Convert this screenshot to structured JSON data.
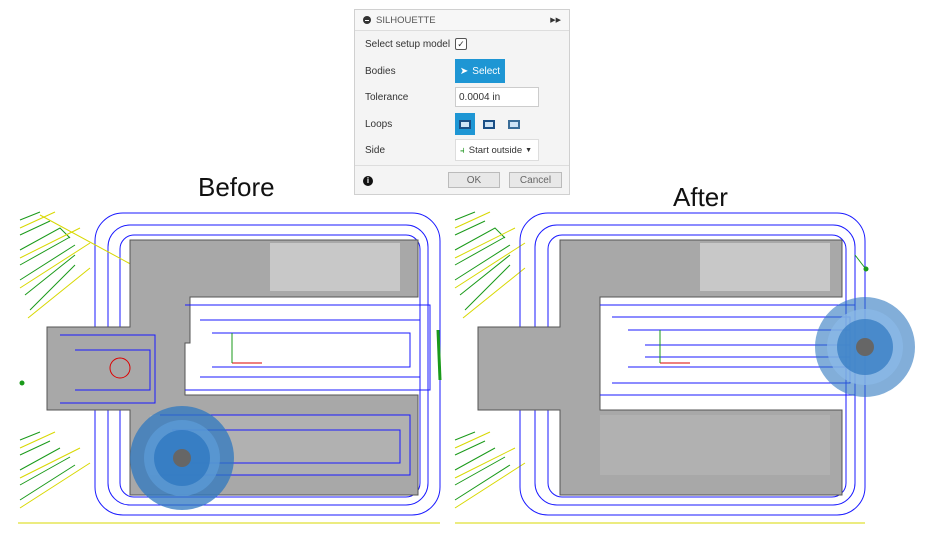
{
  "dialog": {
    "title": "SILHOUETTE",
    "expand_icon": "double-chevron-right-icon",
    "select_setup_model_label": "Select setup model",
    "select_setup_model_checked": true,
    "bodies_label": "Bodies",
    "select_button": "Select",
    "tolerance_label": "Tolerance",
    "tolerance_value": "0.0004 in",
    "loops_label": "Loops",
    "side_label": "Side",
    "side_value": "Start outside",
    "ok": "OK",
    "cancel": "Cancel"
  },
  "captions": {
    "before": "Before",
    "after": "After"
  },
  "colors": {
    "accent": "#1e96d4",
    "toolpath": "#1a1aff",
    "linking": "#e8e800",
    "ramp": "#1a9a1a",
    "part": "#9a9a9a",
    "tool": "#2f78c0"
  }
}
